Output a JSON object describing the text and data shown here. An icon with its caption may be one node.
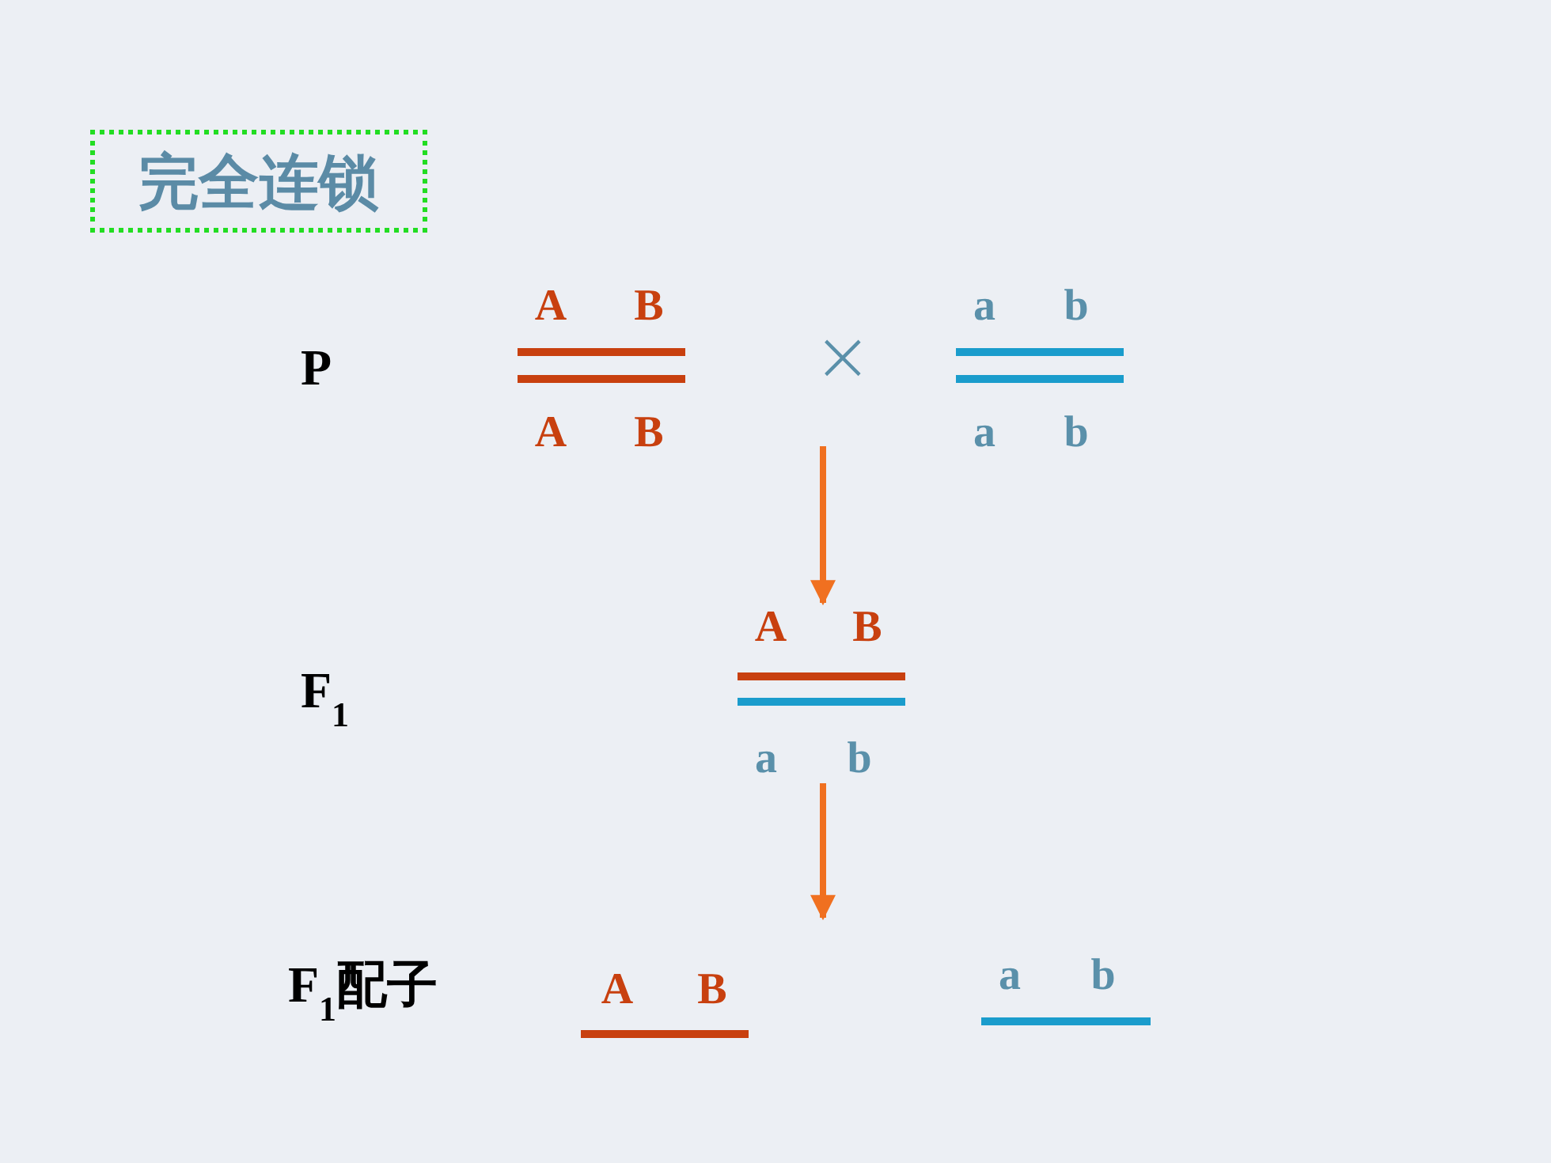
{
  "diagram": {
    "title": "完全连锁",
    "nodes": [
      {
        "text": [
          "A",
          "B",
          "A",
          "B"
        ]
      },
      {
        "text": [
          "a",
          "b",
          "a",
          "b"
        ]
      },
      {
        "text": [
          "A",
          "B",
          "a",
          "b"
        ]
      },
      {
        "text": [
          "A",
          "B"
        ]
      },
      {
        "text": [
          "a",
          "b"
        ]
      }
    ],
    "edges": [
      {
        "from": null,
        "to": 2,
        "arrow": "to"
      },
      {
        "from": 2,
        "to": null,
        "arrow": "to"
      }
    ],
    "labels": [
      "P",
      "×",
      "F$_{1}$",
      "F$_{1}$配子"
    ]
  }
}
